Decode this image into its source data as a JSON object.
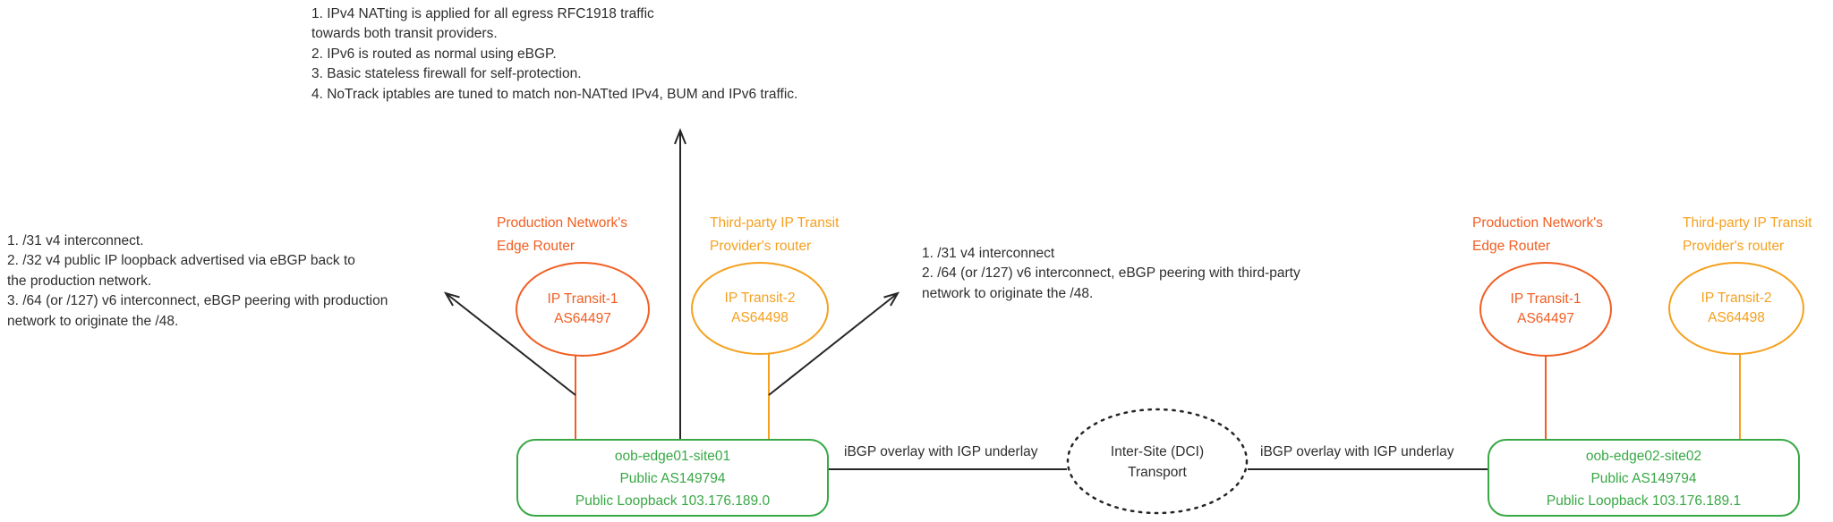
{
  "colors": {
    "production": "#F15E22",
    "third_party": "#F5A01E",
    "edge": "#38A845",
    "ink": "#262626",
    "text": "#2E2E2E"
  },
  "notes": {
    "top": "1. IPv4 NATting is applied for all egress RFC1918 traffic\ntowards both transit providers.\n2. IPv6 is routed as normal using eBGP.\n3. Basic stateless firewall for self-protection.\n4. NoTrack iptables are tuned to match non-NATted IPv4, BUM and IPv6 traffic.",
    "left": "1. /31 v4 interconnect.\n2. /32 v4 public IP loopback advertised via eBGP back to\nthe production network.\n3. /64 (or /127) v6 interconnect, eBGP peering with production\nnetwork to originate the /48.",
    "middle": "1. /31 v4 interconnect\n2. /64 (or /127) v6 interconnect, eBGP peering with third-party\nnetwork to originate the /48."
  },
  "site1": {
    "transit1": {
      "role": "Production Network's\nEdge Router",
      "node": "IP Transit-1\nAS64497"
    },
    "transit2": {
      "role": "Third-party IP Transit\nProvider's router",
      "node": "IP Transit-2\nAS64498"
    },
    "edge_router": "oob-edge01-site01\nPublic AS149794\nPublic Loopback 103.176.189.0"
  },
  "site2": {
    "transit1": {
      "role": "Production Network's\nEdge Router",
      "node": "IP Transit-1\nAS64497"
    },
    "transit2": {
      "role": "Third-party IP Transit\nProvider's router",
      "node": "IP Transit-2\nAS64498"
    },
    "edge_router": "oob-edge02-site02\nPublic AS149794\nPublic Loopback 103.176.189.1"
  },
  "dci": "Inter-Site (DCI)\nTransport",
  "links": {
    "ibgp_left": "iBGP overlay with IGP underlay",
    "ibgp_right": "iBGP overlay with IGP underlay"
  }
}
